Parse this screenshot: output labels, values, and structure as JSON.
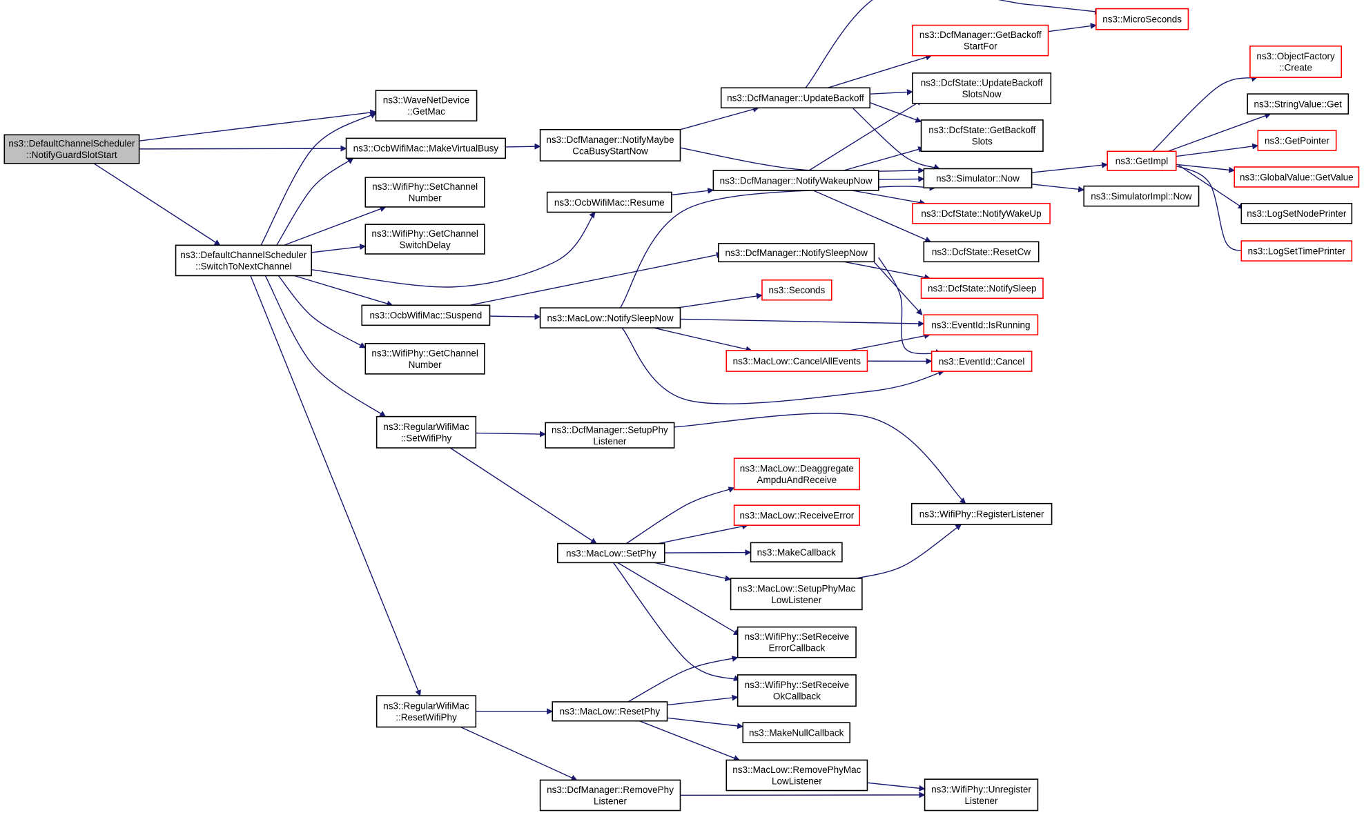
{
  "colors": {
    "edge": "#191970",
    "border": "#000000",
    "truncated_border": "#ff0000",
    "root_fill": "#bfbfbf",
    "node_fill": "#ffffff"
  },
  "nodes": [
    {
      "id": "root",
      "lines": [
        "ns3::DefaultChannelScheduler",
        "::NotifyGuardSlotStart"
      ],
      "style": "root"
    },
    {
      "id": "switch",
      "lines": [
        "ns3::DefaultChannelScheduler",
        "::SwitchToNextChannel"
      ],
      "style": "black"
    },
    {
      "id": "wnd_getmac",
      "lines": [
        "ns3::WaveNetDevice",
        "::GetMac"
      ],
      "style": "black"
    },
    {
      "id": "ocb_busy",
      "lines": [
        "ns3::OcbWifiMac::MakeVirtualBusy"
      ],
      "style": "black"
    },
    {
      "id": "phy_setch",
      "lines": [
        "ns3::WifiPhy::SetChannel",
        "Number"
      ],
      "style": "black"
    },
    {
      "id": "phy_getsw",
      "lines": [
        "ns3::WifiPhy::GetChannel",
        "SwitchDelay"
      ],
      "style": "black"
    },
    {
      "id": "ocb_suspend",
      "lines": [
        "ns3::OcbWifiMac::Suspend"
      ],
      "style": "black"
    },
    {
      "id": "phy_getch",
      "lines": [
        "ns3::WifiPhy::GetChannel",
        "Number"
      ],
      "style": "black"
    },
    {
      "id": "reg_setphy",
      "lines": [
        "ns3::RegularWifiMac",
        "::SetWifiPhy"
      ],
      "style": "black"
    },
    {
      "id": "reg_resetphy",
      "lines": [
        "ns3::RegularWifiMac",
        "::ResetWifiPhy"
      ],
      "style": "black"
    },
    {
      "id": "dcf_ncca",
      "lines": [
        "ns3::DcfManager::NotifyMaybe",
        "CcaBusyStartNow"
      ],
      "style": "black"
    },
    {
      "id": "ocb_resume",
      "lines": [
        "ns3::OcbWifiMac::Resume"
      ],
      "style": "black"
    },
    {
      "id": "ml_sleep",
      "lines": [
        "ns3::MacLow::NotifySleepNow"
      ],
      "style": "black"
    },
    {
      "id": "dcf_setup",
      "lines": [
        "ns3::DcfManager::SetupPhy",
        "Listener"
      ],
      "style": "black"
    },
    {
      "id": "ml_setphy",
      "lines": [
        "ns3::MacLow::SetPhy"
      ],
      "style": "black"
    },
    {
      "id": "ml_resetphy",
      "lines": [
        "ns3::MacLow::ResetPhy"
      ],
      "style": "black"
    },
    {
      "id": "dcf_remove",
      "lines": [
        "ns3::DcfManager::RemovePhy",
        "Listener"
      ],
      "style": "black"
    },
    {
      "id": "dcf_upd",
      "lines": [
        "ns3::DcfManager::UpdateBackoff"
      ],
      "style": "black"
    },
    {
      "id": "dcf_wake",
      "lines": [
        "ns3::DcfManager::NotifyWakeupNow"
      ],
      "style": "black"
    },
    {
      "id": "dcf_sleep",
      "lines": [
        "ns3::DcfManager::NotifySleepNow"
      ],
      "style": "black"
    },
    {
      "id": "seconds",
      "lines": [
        "ns3::Seconds"
      ],
      "style": "red"
    },
    {
      "id": "ml_cancelall",
      "lines": [
        "ns3::MacLow::CancelAllEvents"
      ],
      "style": "red"
    },
    {
      "id": "ml_deagg",
      "lines": [
        "ns3::MacLow::Deaggregate",
        "AmpduAndReceive"
      ],
      "style": "red"
    },
    {
      "id": "ml_recverr",
      "lines": [
        "ns3::MacLow::ReceiveError"
      ],
      "style": "red"
    },
    {
      "id": "makecb",
      "lines": [
        "ns3::MakeCallback"
      ],
      "style": "black"
    },
    {
      "id": "ml_setuplist",
      "lines": [
        "ns3::MacLow::SetupPhyMac",
        "LowListener"
      ],
      "style": "black"
    },
    {
      "id": "phy_seterr",
      "lines": [
        "ns3::WifiPhy::SetReceive",
        "ErrorCallback"
      ],
      "style": "black"
    },
    {
      "id": "phy_setok",
      "lines": [
        "ns3::WifiPhy::SetReceive",
        "OkCallback"
      ],
      "style": "black"
    },
    {
      "id": "makenullcb",
      "lines": [
        "ns3::MakeNullCallback"
      ],
      "style": "black"
    },
    {
      "id": "ml_removelist",
      "lines": [
        "ns3::MacLow::RemovePhyMac",
        "LowListener"
      ],
      "style": "black"
    },
    {
      "id": "dcf_getbackoff",
      "lines": [
        "ns3::DcfManager::GetBackoff",
        "StartFor"
      ],
      "style": "red"
    },
    {
      "id": "micro",
      "lines": [
        "ns3::MicroSeconds"
      ],
      "style": "red"
    },
    {
      "id": "ds_update",
      "lines": [
        "ns3::DcfState::UpdateBackoff",
        "SlotsNow"
      ],
      "style": "black"
    },
    {
      "id": "ds_getslots",
      "lines": [
        "ns3::DcfState::GetBackoff",
        "Slots"
      ],
      "style": "black"
    },
    {
      "id": "sim_now",
      "lines": [
        "ns3::Simulator::Now"
      ],
      "style": "black"
    },
    {
      "id": "ds_wake",
      "lines": [
        "ns3::DcfState::NotifyWakeUp"
      ],
      "style": "red"
    },
    {
      "id": "ds_reset",
      "lines": [
        "ns3::DcfState::ResetCw"
      ],
      "style": "black"
    },
    {
      "id": "ds_sleep",
      "lines": [
        "ns3::DcfState::NotifySleep"
      ],
      "style": "red"
    },
    {
      "id": "ev_running",
      "lines": [
        "ns3::EventId::IsRunning"
      ],
      "style": "red"
    },
    {
      "id": "ev_cancel",
      "lines": [
        "ns3::EventId::Cancel"
      ],
      "style": "red"
    },
    {
      "id": "phy_reglist",
      "lines": [
        "ns3::WifiPhy::RegisterListener"
      ],
      "style": "black"
    },
    {
      "id": "phy_unreg",
      "lines": [
        "ns3::WifiPhy::Unregister",
        "Listener"
      ],
      "style": "black"
    },
    {
      "id": "getimpl",
      "lines": [
        "ns3::GetImpl"
      ],
      "style": "red"
    },
    {
      "id": "simimpl_now",
      "lines": [
        "ns3::SimulatorImpl::Now"
      ],
      "style": "black"
    },
    {
      "id": "of_create",
      "lines": [
        "ns3::ObjectFactory",
        "::Create"
      ],
      "style": "red"
    },
    {
      "id": "sv_get",
      "lines": [
        "ns3::StringValue::Get"
      ],
      "style": "black"
    },
    {
      "id": "getpointer",
      "lines": [
        "ns3::GetPointer"
      ],
      "style": "red"
    },
    {
      "id": "gv_getvalue",
      "lines": [
        "ns3::GlobalValue::GetValue"
      ],
      "style": "red"
    },
    {
      "id": "lognode",
      "lines": [
        "ns3::LogSetNodePrinter"
      ],
      "style": "black"
    },
    {
      "id": "logtime",
      "lines": [
        "ns3::LogSetTimePrinter"
      ],
      "style": "red"
    }
  ]
}
